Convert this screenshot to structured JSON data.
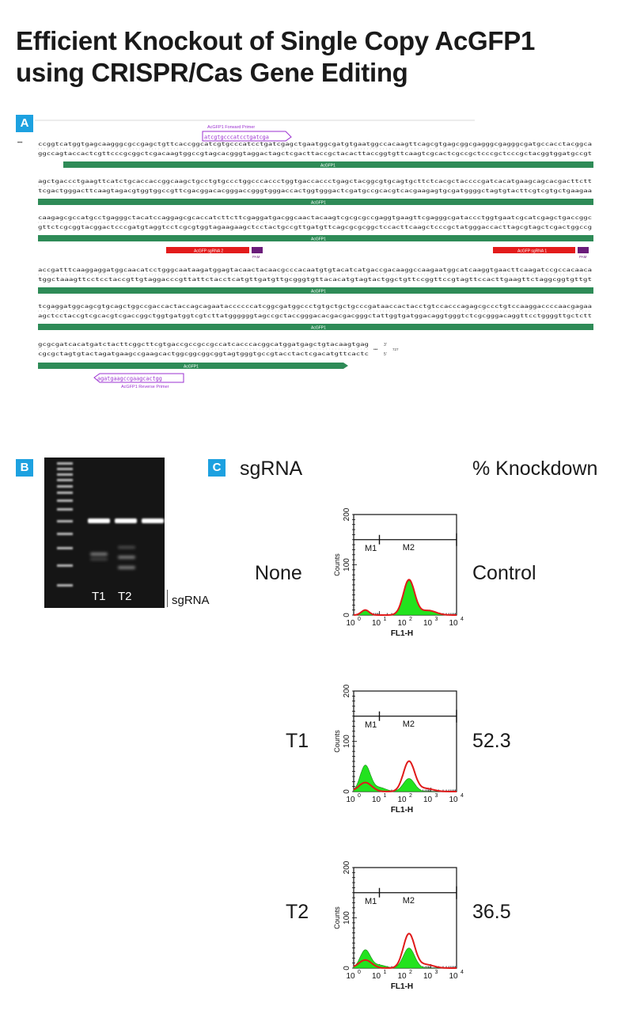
{
  "title_line1": "Efficient Knockout of Single Copy AcGFP1",
  "title_line2": "using CRISPR/Cas Gene Editing",
  "panel_a": {
    "badge": "A",
    "forward_primer_label": "AcGFP1 Forward Primer",
    "forward_primer_seq": "atcgtgcccatcctgatcga",
    "reverse_primer_label": "AcGFP1 Reverse Primer",
    "reverse_primer_seq": "agatgaagccgaagcactgg",
    "gene_label": "AcGFP1",
    "sgrna2_label": "AcGFP sgRNA 2",
    "sgrna1_label": "AcGFP sgRNA 1",
    "pam_label": "PAM",
    "end_3": "3'",
    "end_5": "5'",
    "len_727": "727",
    "dots": "•••",
    "rows": [
      {
        "top": "ccggtcatggtgagcaagggcgccgagctgttcaccggcatcgtgcccatcctgatcgagctgaatggcgatgtgaatggccacaagttcagcgtgagcggcgagggcgagggcgatgccacctacggca",
        "bottom": "ggccagtaccactcgttcccgcggctcgacaagtggccgtagcacgggtaggactagctcgacttaccgctacacttaccggtgttcaagtcgcactcgccgctcccgctcccgctacggtggatgccgt"
      },
      {
        "top": "agctgaccctgaagttcatctgcaccaccggcaagctgcctgtgccctggcccaccctggtgaccaccctgagctacggcgtgcagtgcttctcacgctaccccgatcacatgaagcagcacgacttctt",
        "bottom": "tcgactgggacttcaagtagacgtggtggccgttcgacggacacgggaccgggtgggaccactggtgggactcgatgccgcacgtcacgaagagtgcgatggggctagtgtacttcgtcgtgctgaagaa"
      },
      {
        "top": "caagagcgccatgcctgagggctacatccaggagcgcaccatcttcttcgaggatgacggcaactacaagtcgcgcgccgaggtgaagttcgagggcgataccctggtgaatcgcatcgagctgaccggc",
        "bottom": "gttctcgcggtacggactcccgatgtaggtcctcgcgtggtagaagaagctcctactgccgttgatgttcagcgcgcggctccacttcaagctcccgctatgggaccacttagcgtagctcgactggccg"
      },
      {
        "top": "accgatttcaaggaggatggcaacatcctgggcaataagatggagtacaactacaacgcccacaatgtgtacatcatgaccgacaaggccaagaatggcatcaaggtgaacttcaagatccgccacaaca",
        "bottom": "tggctaaagttcctcctaccgttgtaggacccgttattctacctcatgttgatgttgcgggtgttacacatgtagtactggctgttccggttccgtagttccacttgaagttctaggcggtgttgt"
      },
      {
        "top": "tcgaggatggcagcgtgcagctggccgaccactaccagcagaataccccccatcggcgatggccctgtgctgctgcccgataaccactacctgtccacccagagcgccctgtccaaggaccccaacgagaa",
        "bottom": "agctcctaccgtcgcacgtcgaccggctggtgatggtcgtcttatggggggtagccgctaccgggacacgacgacgggctattggtgatggacaggtgggtctcgcgggacaggttcctggggttgctctt"
      },
      {
        "top": "gcgcgatcacatgatctacttcggcttcgtgaccgccgccgccatcacccacggcatggatgagctgtacaagtgag",
        "bottom": "cgcgctagtgtactagatgaagccgaagcactggcggcggcggtagtgggtgccgtacctactcgacatgttcactc"
      }
    ]
  },
  "panel_b": {
    "badge": "B",
    "lane_t1": "T1",
    "lane_t2": "T2",
    "sgrna_label": "sgRNA"
  },
  "panel_c": {
    "badge": "C",
    "col_left_header": "sgRNA",
    "col_right_header": "% Knockdown",
    "axis_xlabel": "FL1-H",
    "axis_ylabel": "Counts",
    "y_ticks": [
      "0",
      "100",
      "200"
    ],
    "x_ticks": [
      "10",
      "10",
      "10",
      "10",
      "10"
    ],
    "x_exps": [
      "0",
      "1",
      "2",
      "3",
      "4"
    ],
    "gate_m1": "M1",
    "gate_m2": "M2",
    "rows": [
      {
        "sgrna": "None",
        "knockdown": "Control"
      },
      {
        "sgrna": "T1",
        "knockdown": "52.3"
      },
      {
        "sgrna": "T2",
        "knockdown": "36.5"
      }
    ]
  },
  "colors": {
    "badge": "#1da1e0",
    "gene_bar": "#2e8b57",
    "sgrna_bar": "#e31b1b",
    "pam_bar": "#6a1b7a",
    "primer": "#9b30d0",
    "hist_fill": "#22e31e",
    "hist_line": "#e01a1a"
  }
}
